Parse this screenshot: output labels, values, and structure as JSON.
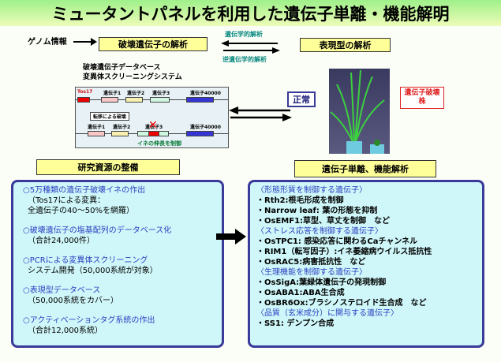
{
  "title": "ミュータントパネルを利用した遺伝子単離・機能解明",
  "top_flow": {
    "genome_info": "ゲノム情報",
    "broken_gene_analysis": "破壊遺伝子の解析",
    "forward_genetics": "遺伝学的解析",
    "reverse_genetics": "逆遺伝学的解析",
    "phenotype_analysis": "表現型の解析"
  },
  "resources_caption": [
    "破壊遺伝子データベース",
    "変異体スクリーニングシステム"
  ],
  "gene_diagram": {
    "tos17": "Tos17",
    "genes_top": [
      "遺伝子1",
      "遺伝子2",
      "遺伝子3",
      "遺伝子40000"
    ],
    "transposition_label": "転移による破壊",
    "genes_bottom": [
      "遺伝子1",
      "遺伝子2",
      "遺伝子3",
      "遺伝子40000"
    ],
    "effect_label": "イネの伸長を制御"
  },
  "plant_photo": {
    "normal_label": "正常",
    "mutant_label": "遺伝子破壊株"
  },
  "left_panel": {
    "header": "研究資源の整備",
    "items": [
      {
        "title": "○5万種類の遺伝子破壊イネの作出",
        "details": [
          "（Tos17による変異：",
          "全遺伝子の40～50%を網羅）"
        ]
      },
      {
        "title": "○破壊遺伝子の塩基配列のデータベース化",
        "details": [
          "（合計24,000件）"
        ]
      },
      {
        "title": "○PCRによる変異体スクリーニング",
        "details": [
          "システム開発（50,000系統が対象）"
        ]
      },
      {
        "title": "○表現型データベース",
        "details": [
          "（50,000系統をカバー）"
        ]
      },
      {
        "title": "○アクティベーションタグ系統の作出",
        "details": [
          "（合計12,000系統）"
        ]
      }
    ]
  },
  "right_panel": {
    "header": "遺伝子単離、機能解析",
    "groups": [
      {
        "title": "〈形態形質を制御する遺伝子〉",
        "items": [
          "・Rth2:根毛形成を制御",
          "・Narrow leaf: 葉の形態を抑制",
          "・OsEMF1:草型、草丈を制御　など"
        ]
      },
      {
        "title": "〈ストレス応答を制御する遺伝子〉",
        "items": [
          "・OsTPC1: 感染応答に関わるCaチャンネル",
          "・RIM1（転写因子）:イネ萎縮病ウイルス抵抗性",
          "・OsRAC5:病害抵抗性　など"
        ]
      },
      {
        "title": "〈生理機能を制御する遺伝子〉",
        "items": [
          "・OsSigA:葉緑体遺伝子の発現制御",
          "・OsABA1:ABA生合成",
          "・OsBR6Ox:ブラシノステロイド生合成　など"
        ]
      },
      {
        "title": "〈品質（玄米成分）に関与する遺伝子〉",
        "items": [
          "・SS1: デンプン合成"
        ]
      }
    ]
  },
  "colors": {
    "title_gradient_top": "#9ff08a",
    "title_gradient_bottom": "#eefcb8",
    "header_box": "#ffff99",
    "panel_fill": "#cff7f9",
    "panel_border": "#3a3a9a",
    "heading_blue": "#2a3fc0",
    "teal_text": "#0a8a80",
    "mutant_red": "#e02020"
  }
}
